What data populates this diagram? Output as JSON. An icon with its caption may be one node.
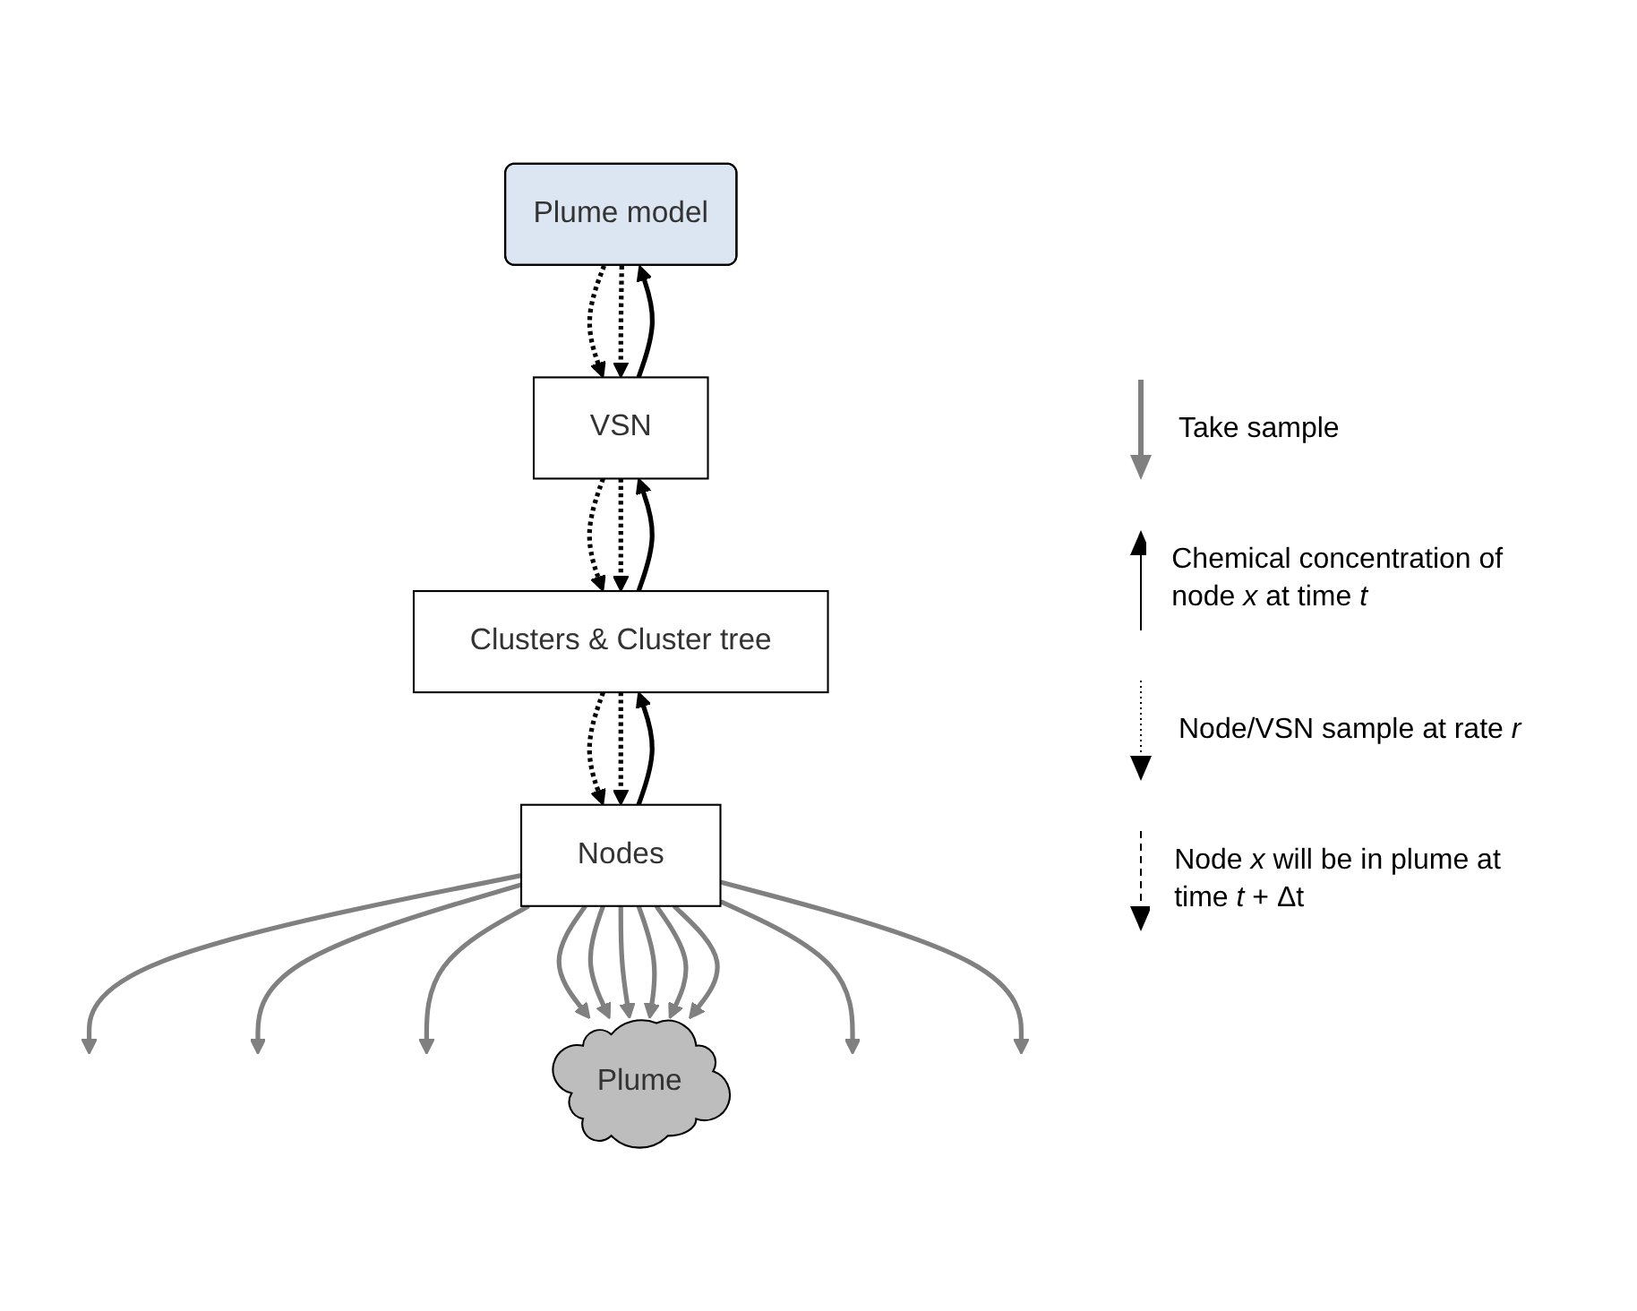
{
  "diagram": {
    "nodes": [
      {
        "text": [
          "Plume model"
        ]
      },
      {
        "text": [
          "VSN"
        ]
      },
      {
        "text": [
          "Clusters & Cluster tree"
        ]
      },
      {
        "text": [
          "Nodes"
        ]
      },
      {
        "text": [
          "Plume"
        ]
      }
    ],
    "edges": [
      {
        "from": 1,
        "to": 0,
        "arrow": "to",
        "color": "#000000"
      },
      {
        "from": 0,
        "to": 1,
        "arrow": "to",
        "style": "dashed",
        "color": "#000000"
      },
      {
        "from": 0,
        "to": 1,
        "arrow": "to",
        "style": "dashed",
        "color": "#000000"
      },
      {
        "from": 2,
        "to": 1,
        "arrow": "to",
        "color": "#000000"
      },
      {
        "from": 1,
        "to": 2,
        "arrow": "to",
        "style": "dashed",
        "color": "#000000"
      },
      {
        "from": 1,
        "to": 2,
        "arrow": "to",
        "style": "dashed",
        "color": "#000000"
      },
      {
        "from": 3,
        "to": 2,
        "arrow": "to",
        "color": "#000000"
      },
      {
        "from": 2,
        "to": 3,
        "arrow": "to",
        "style": "dashed",
        "color": "#000000"
      },
      {
        "from": 2,
        "to": 3,
        "arrow": "to",
        "style": "dashed",
        "color": "#000000"
      },
      {
        "from": 3,
        "to": null,
        "arrow": "to"
      },
      {
        "from": 3,
        "to": null,
        "arrow": "to"
      },
      {
        "from": 3,
        "to": null,
        "arrow": "to"
      },
      {
        "from": 3,
        "to": 4,
        "arrow": "to"
      },
      {
        "from": 3,
        "to": 4,
        "arrow": "to"
      },
      {
        "from": 3,
        "to": 4,
        "arrow": "to"
      },
      {
        "from": 3,
        "to": 4,
        "arrow": "to"
      },
      {
        "from": 3,
        "to": 4,
        "arrow": "to"
      },
      {
        "from": 3,
        "to": 4,
        "arrow": "to"
      },
      {
        "from": 3,
        "to": null,
        "arrow": "to"
      },
      {
        "from": 3,
        "to": null,
        "arrow": "to"
      }
    ],
    "legend": [
      {
        "text": "Take sample"
      },
      {
        "text": "Chemical concentration of node *x* at time *t*"
      },
      {
        "text": "Node/VSN sample at rate *r*"
      },
      {
        "text": "Node *x* will be in plume at time *t* + Δt"
      }
    ]
  }
}
